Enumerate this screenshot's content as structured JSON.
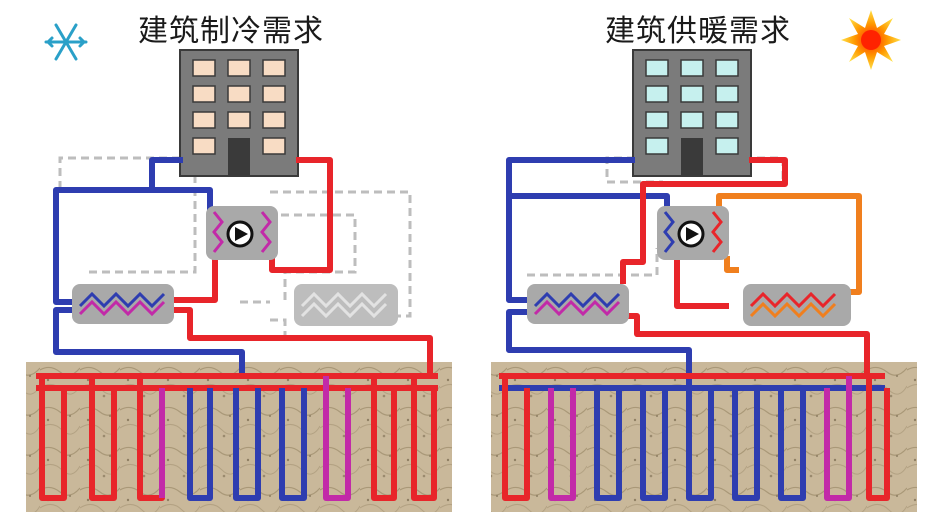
{
  "panels": [
    {
      "title": "建筑制冷需求",
      "icon": "snowflake-icon",
      "mode": "cooling"
    },
    {
      "title": "建筑供暖需求",
      "icon": "sun-icon",
      "mode": "heating"
    }
  ],
  "colors": {
    "hot_pipe": "#e8252a",
    "cold_pipe": "#2e3db0",
    "mixed_pipe": "#c22aa8",
    "orange_pipe": "#f07f1e",
    "dashed_pipe": "#bdbdbd",
    "ground": "#c9b89a",
    "building": "#7b7b7b",
    "window_cooling": "#f8dcc4",
    "window_heating": "#c6f0ee",
    "exchanger": "#a9a9a9"
  }
}
